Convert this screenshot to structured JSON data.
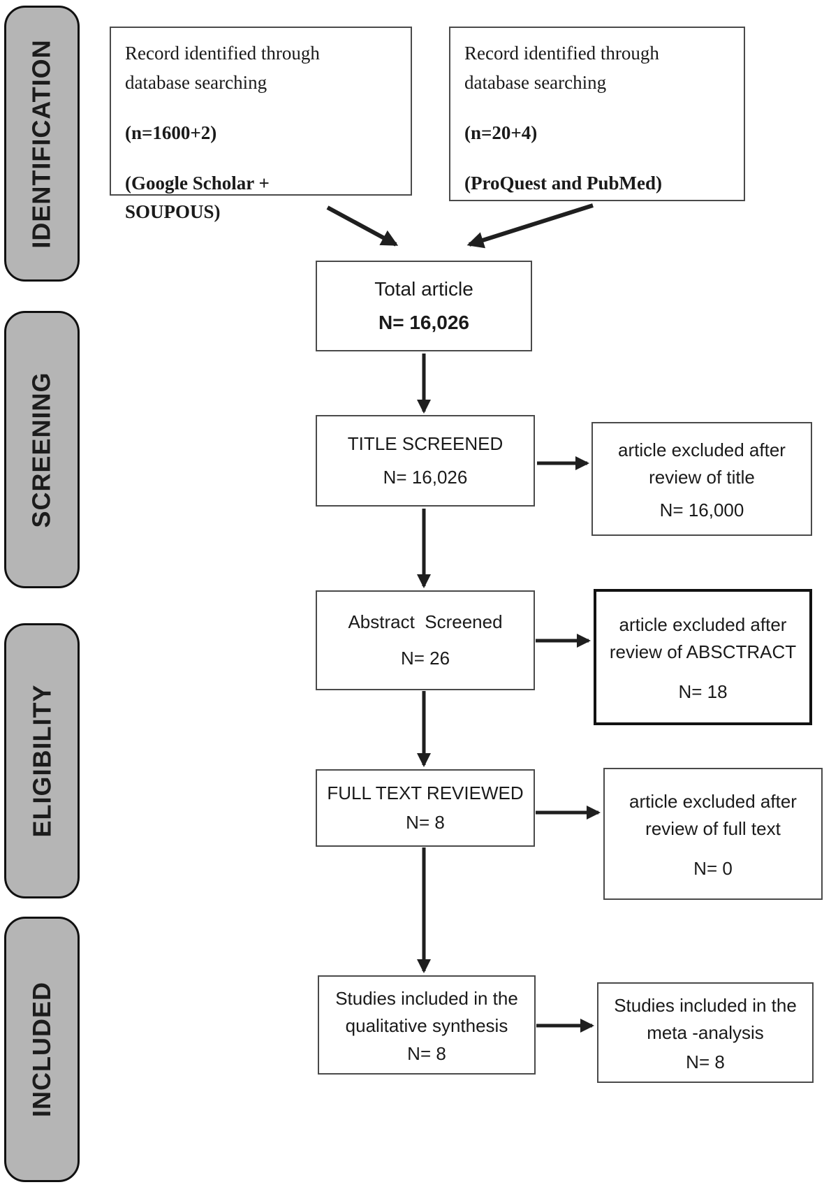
{
  "colors": {
    "stage_fill": "#b5b5b5",
    "stage_border": "#111111",
    "box_border": "#4a4a4a",
    "box_border_strong": "#121212",
    "arrow": "#1f1f1f",
    "text": "#1a1a1a"
  },
  "stages": [
    {
      "label": "IDENTIFICATION"
    },
    {
      "label": "SCREENING"
    },
    {
      "label": "ELIGIBILITY"
    },
    {
      "label": "INCLUDED"
    }
  ],
  "nodes": {
    "source_left": {
      "line1": "Record identified through",
      "line2": "database searching",
      "count": "(n=1600+2)",
      "sources_line1": "(Google Scholar +",
      "sources_line2": "SOUPOUS)"
    },
    "source_right": {
      "line1": "Record identified through",
      "line2": "database searching",
      "count": "(n=20+4)",
      "sources_line1": "(ProQuest and PubMed)"
    },
    "total": {
      "title": "Total article",
      "count": "N= 16,026"
    },
    "title_screened": {
      "title": "TITLE SCREENED",
      "count": "N= 16,026"
    },
    "excluded_title": {
      "line1": "article excluded after",
      "line2": "review of title",
      "count": "N= 16,000"
    },
    "abstract_screened": {
      "title": "Abstract  Screened",
      "count": "N= 26"
    },
    "excluded_abstract": {
      "line1": "article excluded after",
      "line2": "review of ABSCTRACT",
      "count": "N= 18"
    },
    "full_text": {
      "title": "FULL TEXT REVIEWED",
      "count": "N= 8"
    },
    "excluded_full_text": {
      "line1": "article excluded after",
      "line2": "review of full text",
      "count": "N= 0"
    },
    "qualitative": {
      "line1": "Studies included in the",
      "line2": "qualitative synthesis",
      "count": "N= 8"
    },
    "meta_analysis": {
      "line1": "Studies included in the",
      "line2": "meta -analysis",
      "count": "N= 8"
    }
  }
}
